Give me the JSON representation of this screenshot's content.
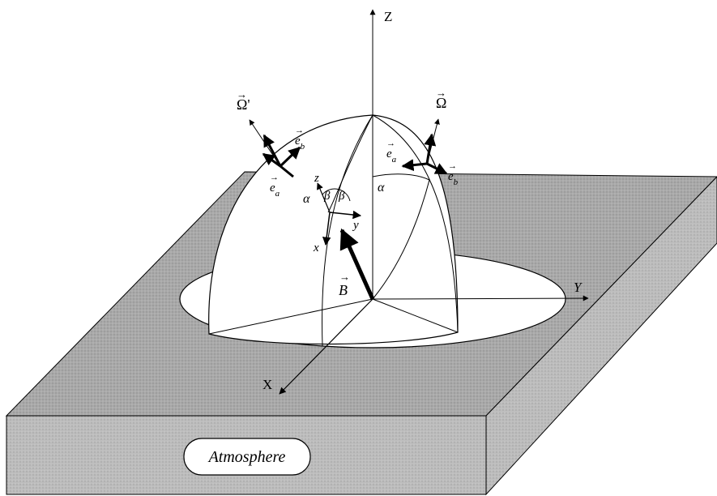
{
  "axes": {
    "z_label": "Z",
    "y_label": "Y",
    "x_label": "X"
  },
  "vectors": {
    "omega": "Ω",
    "omega_prime": "Ω'",
    "b_field": "B",
    "e_a": "e",
    "e_a_sub": "a",
    "e_b": "e",
    "e_b_sub": "b"
  },
  "local_axes": {
    "x": "x",
    "y": "y",
    "z": "z"
  },
  "angles": {
    "alpha": "α",
    "beta": "β"
  },
  "slab": {
    "label": "Atmosphere"
  },
  "colors": {
    "slab_top": "#9c9c9c",
    "slab_front": "#b6b6b6",
    "slab_side": "#a8a8a8",
    "stroke": "#000000",
    "dome": "#ffffff"
  }
}
